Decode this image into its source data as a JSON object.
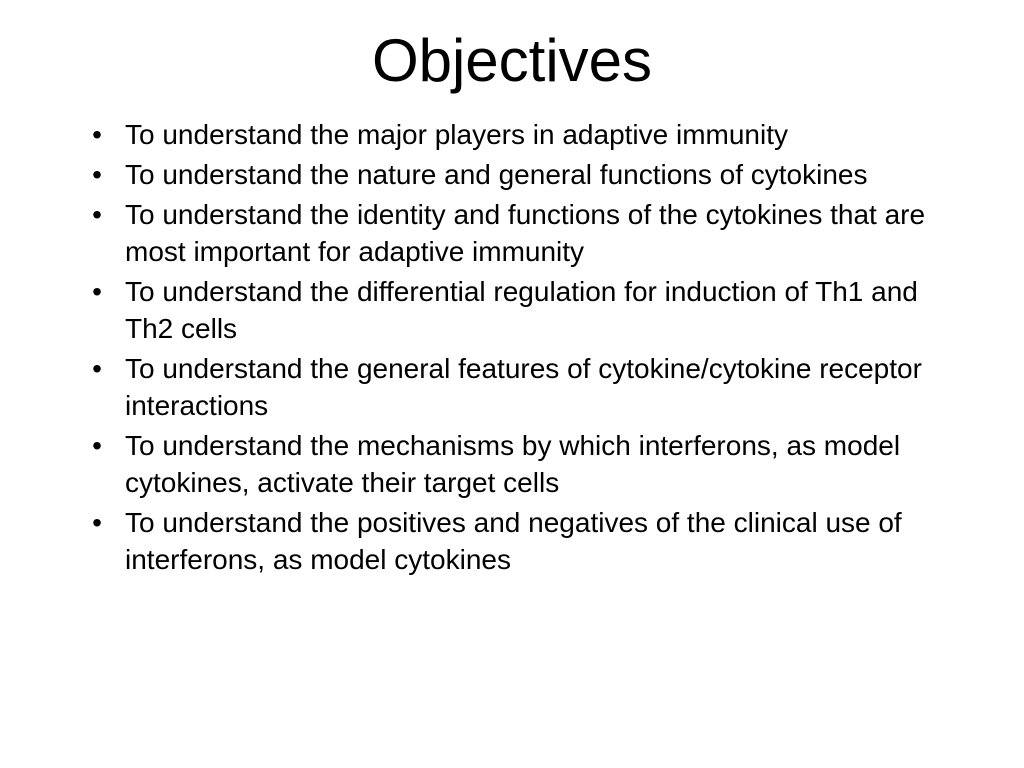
{
  "slide": {
    "title": "Objectives",
    "bullets": [
      "To understand the major players in adaptive immunity",
      "To understand the nature and general functions of cytokines",
      "To understand the identity and functions of the cytokines that are most important for adaptive immunity",
      "To understand the differential regulation for induction of Th1 and Th2 cells",
      "To understand the general features of cytokine/cytokine receptor interactions",
      "To understand the mechanisms by which interferons, as model cytokines, activate their target cells",
      "To understand the positives and negatives of the clinical use of interferons, as model cytokines"
    ]
  },
  "bullet_symbol": "•"
}
